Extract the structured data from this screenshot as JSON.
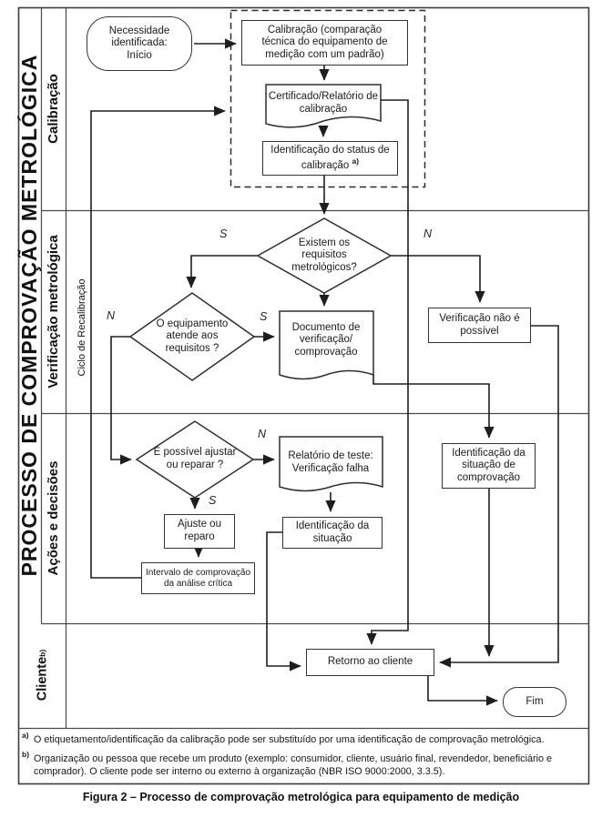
{
  "lanes": {
    "process_title": "PROCESSO DE COMPROVAÇÃO METROLÓGICA",
    "calibracao": "Calibração",
    "verificacao_metrologica": "Verificação metrológica",
    "ciclo_recalibracao": "Ciclo de Recalibração",
    "acoes_decisoes": "Ações e decisões",
    "cliente": "Cliente",
    "cliente_sup": "b)"
  },
  "nodes": {
    "inicio": "Necessidade identificada: Início",
    "calibracao": "Calibração (comparação técnica do equipamento de medição com um padrão)",
    "certificado": "Certificado/Relatório de calibração",
    "status": "Identificação do status de calibração",
    "status_sup": "a)",
    "existem_requisitos": "Existem os requisitos metrológicos?",
    "equipamento_atende": "O equipamento atende aos requisitos ?",
    "documento_verificacao": "Documento de verificação/ comprovação",
    "verificacao_nao_possivel": "Verificação não é possível",
    "possivel_ajustar": "É possível ajustar ou reparar ?",
    "relatorio_teste": "Relatório de teste: Verificação falha",
    "ajuste_reparo": "Ajuste ou reparo",
    "intervalo_comprovacao": "Intervalo de comprovação da análise crítica",
    "identificacao_situacao": "Identificação da situação",
    "identificacao_comprovacao": "Identificação da situação de comprovação",
    "retorno_cliente": "Retorno ao cliente",
    "fim": "Fim"
  },
  "branch_labels": {
    "sim": "S",
    "nao": "N"
  },
  "footnotes": {
    "a_sup": "a)",
    "a_text": "O etiquetamento/identificação da calibração pode ser substituído por uma identificação de comprovação metrológica.",
    "b_sup": "b)",
    "b_text": "Organização ou pessoa que recebe um produto (exemplo: consumidor, cliente, usuário final, revendedor, beneficiário e comprador). O cliente pode ser interno ou externo à organização (NBR ISO 9000:2000, 3.3.5)."
  },
  "caption": "Figura 2 – Processo de comprovação metrológica para equipamento de medição",
  "colors": {
    "line": "#1e1e1e",
    "grid": "#4a4a4a",
    "background": "#ffffff",
    "text": "#1a1a1a"
  }
}
